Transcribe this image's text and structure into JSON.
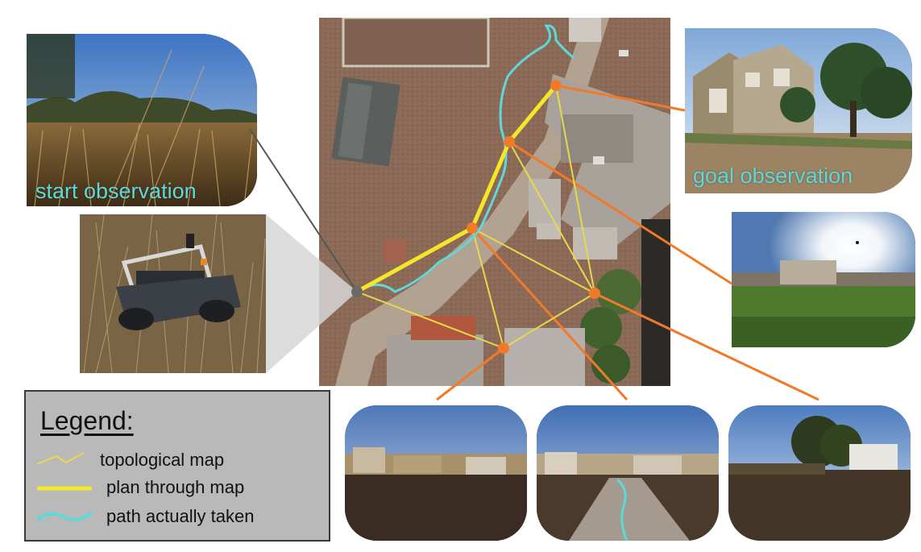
{
  "captions": {
    "start": "start observation",
    "goal": "goal observation"
  },
  "legend": {
    "title": "Legend:",
    "items": [
      {
        "label": "topological map",
        "color": "#e8d84a"
      },
      {
        "label": "plan through map",
        "color": "#f5e62a"
      },
      {
        "label": "path actually taken",
        "color": "#5fd8d8"
      }
    ]
  },
  "colors": {
    "node": "#f07a2a",
    "map_edge": "#e8d84a",
    "plan": "#f5e62a",
    "path": "#5fd8d8",
    "connector": "#f07a2a"
  }
}
